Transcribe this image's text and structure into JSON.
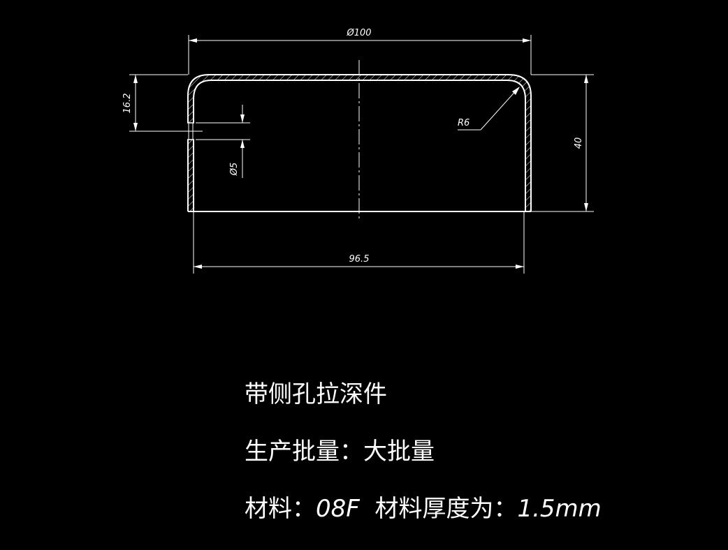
{
  "colors": {
    "background": "#000000",
    "lines": "#ffffff"
  },
  "dimensions": {
    "outer_diameter": "Ø100",
    "inner_width": "96.5",
    "height": "40",
    "hole_position": "16.2",
    "hole_diameter": "Ø5",
    "corner_radius": "R6"
  },
  "notes": {
    "title": "带侧孔拉深件",
    "batch_label": "生产批量：",
    "batch_value": "大批量",
    "material_label": "材料：",
    "material_value": "08F",
    "thickness_label": "材料厚度为：",
    "thickness_value": "1.5mm"
  }
}
